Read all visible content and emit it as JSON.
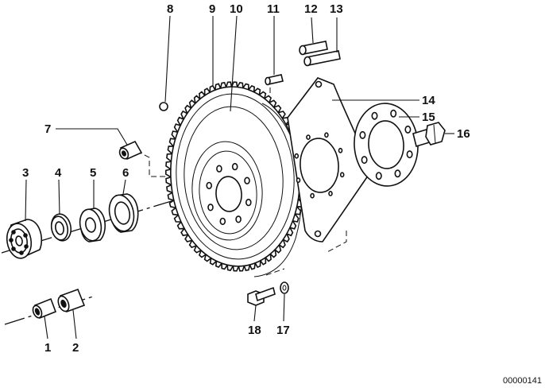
{
  "diagram": {
    "callouts": [
      {
        "id": "1",
        "label": "1"
      },
      {
        "id": "2",
        "label": "2"
      },
      {
        "id": "3",
        "label": "3"
      },
      {
        "id": "4",
        "label": "4"
      },
      {
        "id": "5",
        "label": "5"
      },
      {
        "id": "6",
        "label": "6"
      },
      {
        "id": "7",
        "label": "7"
      },
      {
        "id": "8",
        "label": "8"
      },
      {
        "id": "9",
        "label": "9"
      },
      {
        "id": "10",
        "label": "10"
      },
      {
        "id": "11",
        "label": "11"
      },
      {
        "id": "12",
        "label": "12"
      },
      {
        "id": "13",
        "label": "13"
      },
      {
        "id": "14",
        "label": "14"
      },
      {
        "id": "15",
        "label": "15"
      },
      {
        "id": "16",
        "label": "16"
      },
      {
        "id": "17",
        "label": "17"
      },
      {
        "id": "18",
        "label": "18"
      }
    ],
    "document_number": "00000141"
  }
}
